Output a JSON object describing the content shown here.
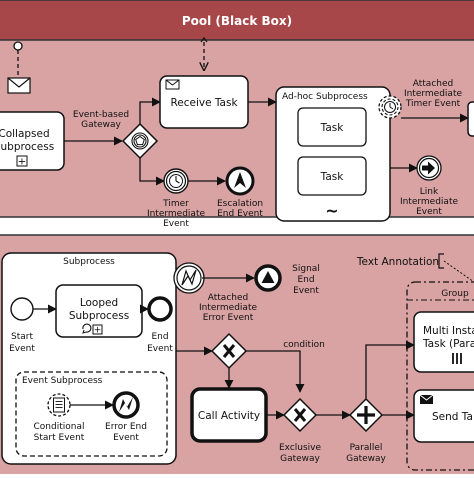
{
  "pool": {
    "title": "Pool (Black Box)",
    "header_color": "#a8474a",
    "body_color": "#d9a3a3"
  },
  "top": {
    "collapsed": [
      "Collapsed",
      "Subprocess"
    ],
    "event_gateway": [
      "Event-based",
      "Gateway"
    ],
    "receive_task": "Receive Task",
    "adhoc_title": "Ad-hoc Subprocess",
    "adhoc_task1": "Task",
    "adhoc_task2": "Task",
    "attached_timer": [
      "Attached",
      "Intermediate",
      "Timer Event"
    ],
    "timer_event": [
      "Timer",
      "Intermediate",
      "Event"
    ],
    "escalation": [
      "Escalation",
      "End Event"
    ],
    "link": [
      "Link",
      "Intermediate",
      "Event"
    ]
  },
  "bottom": {
    "subprocess_title": "Subprocess",
    "start_event": [
      "Start",
      "Event"
    ],
    "looped": [
      "Looped",
      "Subprocess"
    ],
    "end_event": [
      "End",
      "Event"
    ],
    "event_subprocess_title": "Event Subprocess",
    "conditional": [
      "Conditional",
      "Start Event"
    ],
    "error_end": [
      "Error End",
      "Event"
    ],
    "attached_error": [
      "Attached",
      "Intermediate",
      "Error Event"
    ],
    "signal": [
      "Signal",
      "End",
      "Event"
    ],
    "text_annotation": "Text Annotation",
    "group": "Group",
    "multi_instance": [
      "Multi Insta",
      "Task (Para"
    ],
    "condition": "condition",
    "call_activity": "Call Activity",
    "exclusive": [
      "Exclusive",
      "Gateway"
    ],
    "parallel": [
      "Parallel",
      "Gateway"
    ],
    "send_task": "Send Ta"
  }
}
